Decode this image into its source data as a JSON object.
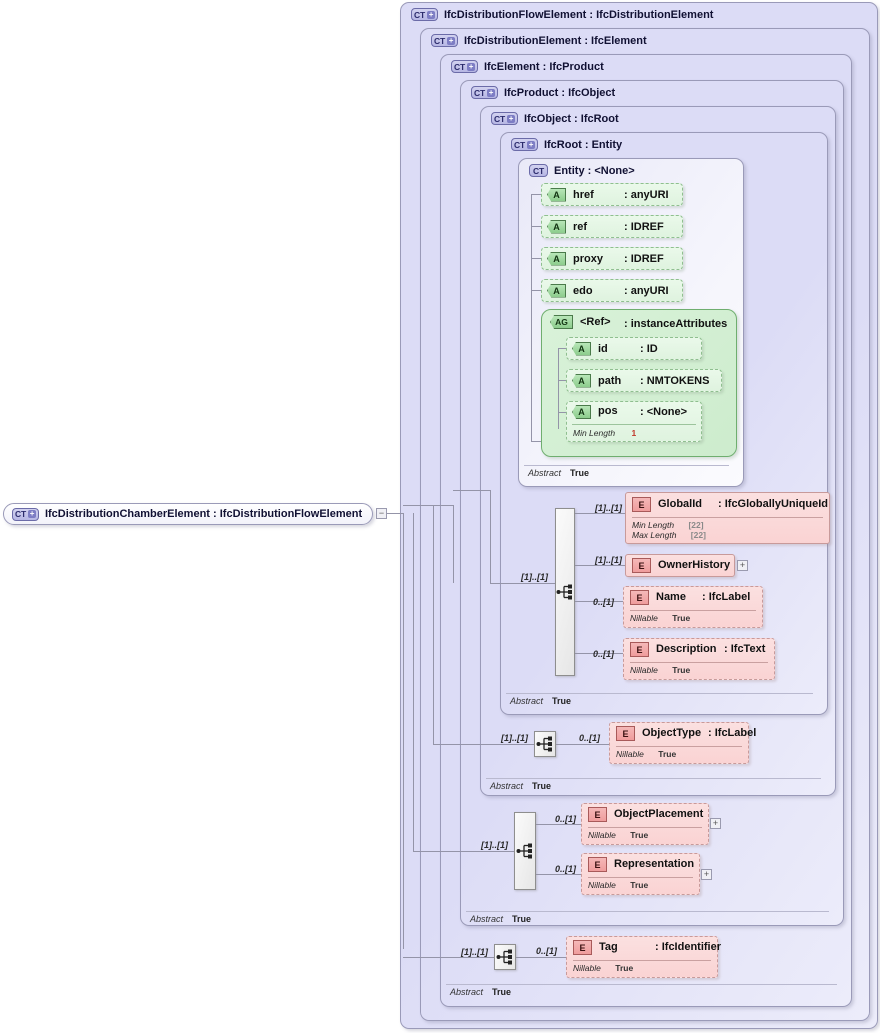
{
  "diagram": {
    "title": "IfcDistributionChamberElement XSD schema diagram",
    "colors": {
      "complex_type_fill": "#dcdcf6",
      "complex_type_border": "#9a9ab8",
      "attribute_fill": "#e4f5e4",
      "attribute_border": "#8fbf8f",
      "element_fill": "#fad3d3",
      "element_border": "#c89a9a",
      "connector": "#9494a8",
      "facet_value": "#8a8a8a",
      "min_length_value": "#c0392b"
    }
  },
  "root_element": {
    "badge": "CT",
    "badge_expand": "+",
    "label": "IfcDistributionChamberElement : IfcDistributionFlowElement",
    "toggle": "−"
  },
  "complex_types": [
    {
      "badge": "CT",
      "badge_expand": "+",
      "label": "IfcDistributionFlowElement : IfcDistributionElement"
    },
    {
      "badge": "CT",
      "badge_expand": "+",
      "label": "IfcDistributionElement : IfcElement"
    },
    {
      "badge": "CT",
      "badge_expand": "+",
      "label": "IfcElement : IfcProduct"
    },
    {
      "badge": "CT",
      "badge_expand": "+",
      "label": "IfcProduct : IfcObject"
    },
    {
      "badge": "CT",
      "badge_expand": "+",
      "label": "IfcObject : IfcRoot"
    },
    {
      "badge": "CT",
      "badge_expand": "+",
      "label": "IfcRoot   : Entity"
    },
    {
      "badge": "CT",
      "badge_expand": "",
      "label": "Entity     : <None>"
    }
  ],
  "entity_attributes": [
    {
      "badge": "A",
      "name": "href",
      "type": ": anyURI"
    },
    {
      "badge": "A",
      "name": "ref",
      "type": ": IDREF"
    },
    {
      "badge": "A",
      "name": "proxy",
      "type": ": IDREF"
    },
    {
      "badge": "A",
      "name": "edo",
      "type": ": anyURI"
    }
  ],
  "attribute_group": {
    "badge": "AG",
    "name": "<Ref>",
    "type": ": instanceAttributes",
    "attributes": [
      {
        "badge": "A",
        "name": "id",
        "type": ": ID",
        "facets": []
      },
      {
        "badge": "A",
        "name": "path",
        "type": ": NMTOKENS",
        "facets": []
      },
      {
        "badge": "A",
        "name": "pos",
        "type": ": <None>",
        "facets": [
          {
            "key": "Min Length",
            "value": "1",
            "style": "red"
          }
        ]
      }
    ]
  },
  "abstract_rows": [
    {
      "key": "Abstract",
      "value": "True",
      "owner": "Entity"
    },
    {
      "key": "Abstract",
      "value": "True",
      "owner": "IfcRoot"
    },
    {
      "key": "Abstract",
      "value": "True",
      "owner": "IfcObject"
    },
    {
      "key": "Abstract",
      "value": "True",
      "owner": "IfcProduct"
    },
    {
      "key": "Abstract",
      "value": "True",
      "owner": "IfcElement"
    }
  ],
  "groups": [
    {
      "name": "ifcroot-sequence",
      "owner": "IfcRoot",
      "incoming_cardinality": "[1]..[1]",
      "elements": [
        {
          "badge": "E",
          "name": "GlobalId",
          "type": ": IfcGloballyUniqueId",
          "cardinality": "[1]..[1]",
          "border": "solid",
          "expandable": false,
          "facets": [
            {
              "key": "Min Length",
              "value": "[22]",
              "style": "grey"
            },
            {
              "key": "Max Length",
              "value": "[22]",
              "style": "grey"
            }
          ]
        },
        {
          "badge": "E",
          "name": "OwnerHistory",
          "type": "",
          "cardinality": "[1]..[1]",
          "border": "solid",
          "expandable": true,
          "facets": []
        },
        {
          "badge": "E",
          "name": "Name",
          "type": ": IfcLabel",
          "cardinality": "0..[1]",
          "border": "dashed",
          "expandable": false,
          "facets": [
            {
              "key": "Nillable",
              "value": "True",
              "style": "bold"
            }
          ]
        },
        {
          "badge": "E",
          "name": "Description",
          "type": ": IfcText",
          "cardinality": "0..[1]",
          "border": "dashed",
          "expandable": false,
          "facets": [
            {
              "key": "Nillable",
              "value": "True",
              "style": "bold"
            }
          ]
        }
      ]
    },
    {
      "name": "ifcobject-sequence",
      "owner": "IfcObject",
      "incoming_cardinality": "[1]..[1]",
      "elements": [
        {
          "badge": "E",
          "name": "ObjectType",
          "type": ": IfcLabel",
          "cardinality": "0..[1]",
          "border": "dashed",
          "expandable": false,
          "facets": [
            {
              "key": "Nillable",
              "value": "True",
              "style": "bold"
            }
          ]
        }
      ]
    },
    {
      "name": "ifcproduct-sequence",
      "owner": "IfcProduct",
      "incoming_cardinality": "[1]..[1]",
      "elements": [
        {
          "badge": "E",
          "name": "ObjectPlacement",
          "type": "",
          "cardinality": "0..[1]",
          "border": "dashed",
          "expandable": true,
          "facets": [
            {
              "key": "Nillable",
              "value": "True",
              "style": "bold"
            }
          ]
        },
        {
          "badge": "E",
          "name": "Representation",
          "type": "",
          "cardinality": "0..[1]",
          "border": "dashed",
          "expandable": true,
          "facets": [
            {
              "key": "Nillable",
              "value": "True",
              "style": "bold"
            }
          ]
        }
      ]
    },
    {
      "name": "ifcelement-sequence",
      "owner": "IfcElement",
      "incoming_cardinality": "[1]..[1]",
      "elements": [
        {
          "badge": "E",
          "name": "Tag",
          "type": ": IfcIdentifier",
          "cardinality": "0..[1]",
          "border": "dashed",
          "expandable": false,
          "facets": [
            {
              "key": "Nillable",
              "value": "True",
              "style": "bold"
            }
          ]
        }
      ]
    }
  ],
  "expand_button": "+"
}
